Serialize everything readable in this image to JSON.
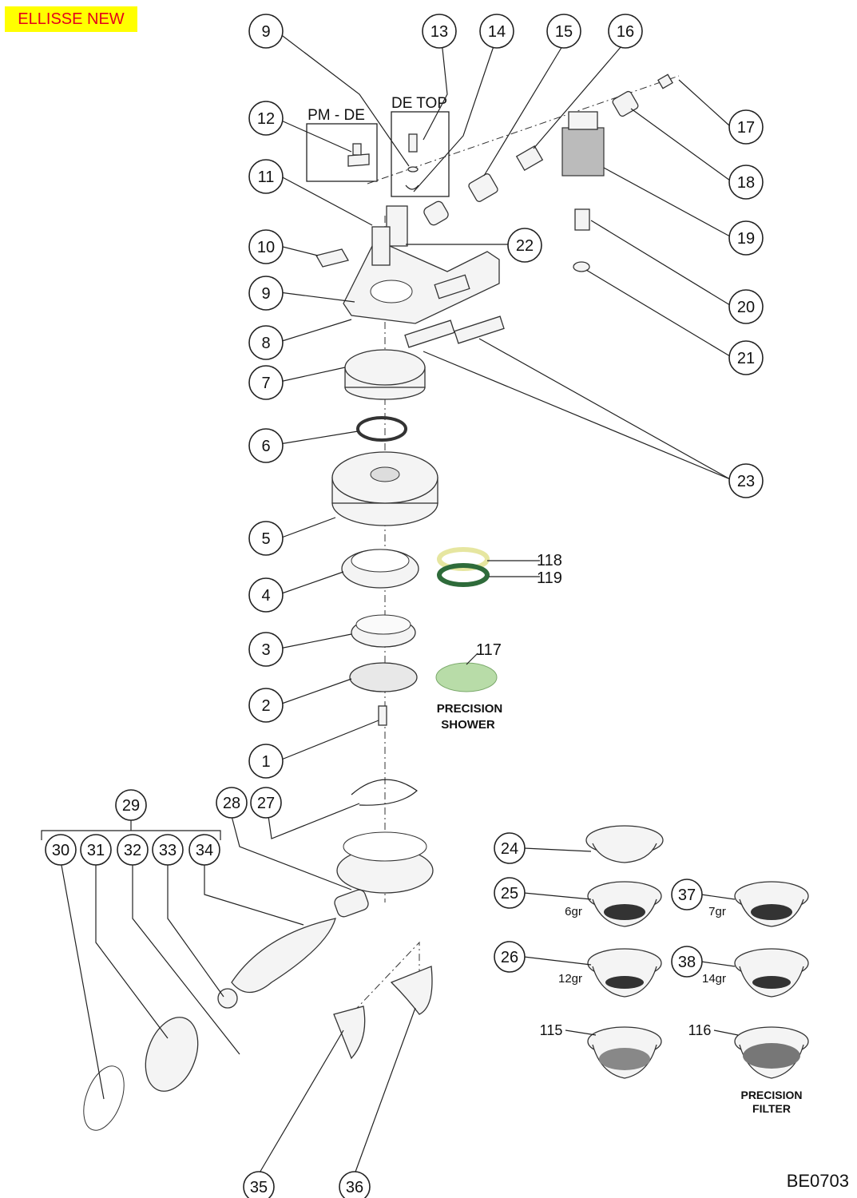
{
  "title": "ELLISSE NEW",
  "drawing_code": "BE0703",
  "box_labels": {
    "pm_de": "PM - DE",
    "de_top": "DE TOP"
  },
  "notes": {
    "precision_shower_line1": "PRECISION",
    "precision_shower_line2": "SHOWER",
    "precision_filter_line1": "PRECISION",
    "precision_filter_line2": "FILTER"
  },
  "basket_labels": {
    "b25": "6gr",
    "b37": "7gr",
    "b26": "12gr",
    "b38": "14gr"
  },
  "part_numbers": {
    "n1": "1",
    "n2": "2",
    "n3": "3",
    "n4": "4",
    "n5": "5",
    "n6": "6",
    "n7": "7",
    "n8": "8",
    "n9": "9",
    "n10": "10",
    "n11": "11",
    "n12": "12",
    "n13": "13",
    "n14": "14",
    "n15": "15",
    "n16": "16",
    "n17": "17",
    "n18": "18",
    "n19": "19",
    "n20": "20",
    "n21": "21",
    "n22": "22",
    "n23": "23",
    "n24": "24",
    "n25": "25",
    "n26": "26",
    "n27": "27",
    "n28": "28",
    "n29": "29",
    "n30": "30",
    "n31": "31",
    "n32": "32",
    "n33": "33",
    "n34": "34",
    "n35": "35",
    "n36": "36",
    "n37": "37",
    "n38": "38",
    "n115": "115",
    "n116": "116",
    "n117": "117",
    "n118": "118",
    "n119": "119"
  },
  "colors": {
    "title_bg": "#ffff00",
    "title_text": "#e4001b",
    "gasket_118": "#e6e6a0",
    "gasket_119": "#2e6b3a",
    "shower_117": "#b8dca8"
  }
}
